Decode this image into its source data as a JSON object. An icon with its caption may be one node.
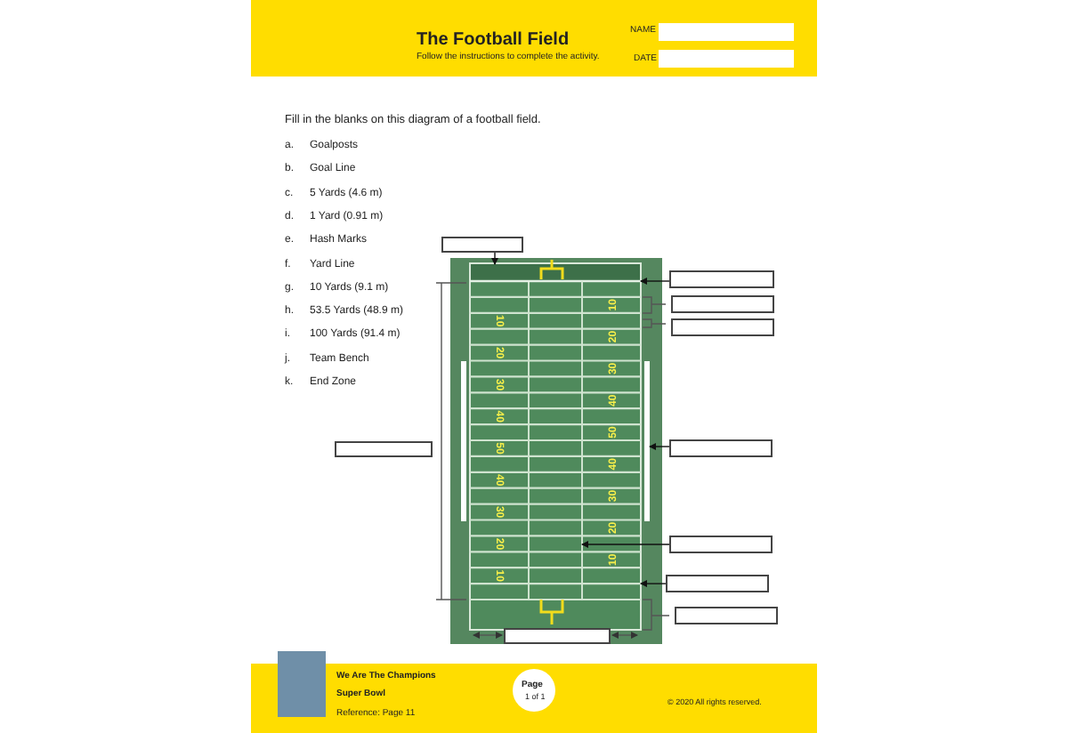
{
  "diagram": {
    "title": "The Football Field",
    "nodes": [
      {
        "text": [],
        "shape": "box"
      },
      {
        "text": [],
        "shape": "box"
      },
      {
        "text": [],
        "shape": "box"
      },
      {
        "text": [],
        "shape": "box"
      },
      {
        "text": [],
        "shape": "box"
      },
      {
        "text": [],
        "shape": "box"
      },
      {
        "text": [],
        "shape": "box"
      },
      {
        "text": [],
        "shape": "box"
      },
      {
        "text": [],
        "shape": "box"
      },
      {
        "text": [],
        "shape": "box"
      },
      {
        "text": [],
        "shape": "box"
      },
      {
        "text": [],
        "shape": "bar"
      },
      {
        "text": [],
        "shape": "box"
      },
      {
        "text": [],
        "shape": "bar"
      },
      {
        "text": [],
        "shape": "bar"
      }
    ],
    "edges": [
      {
        "from": 0,
        "to": 10,
        "arrow": "to"
      },
      {
        "from": 1,
        "to": 11,
        "arrow": "to"
      },
      {
        "from": 5,
        "to": 12,
        "arrow": "to"
      },
      {
        "from": 6,
        "to": 13,
        "arrow": "to"
      },
      {
        "from": 7,
        "to": 14,
        "arrow": "to"
      }
    ],
    "labels": [
      "Follow the instructions to complete the activity.",
      "NAME",
      "DATE",
      "Fill in the blanks on this diagram of a football field.",
      "a.",
      "Goalposts",
      "b.",
      "Goal Line",
      "c.",
      "5 Yards (4.6 m)",
      "d.",
      "1 Yard (0.91 m)",
      "e.",
      "Hash Marks",
      "f.",
      "Yard Line",
      "g.",
      "10 Yards (9.1 m)",
      "h.",
      "53.5 Yards (48.9 m)",
      "i.",
      "100 Yards (91.4 m)",
      "j.",
      "Team Bench",
      "k.",
      "End Zone",
      "10",
      "20",
      "30",
      "40",
      "50",
      "40",
      "30",
      "20",
      "10",
      "10",
      "20",
      "30",
      "40",
      "50",
      "40",
      "30",
      "20",
      "10",
      "We Are The Champions",
      "Super Bowl",
      "Reference: Page 11",
      "Page",
      "1 of 1",
      "© 2020 All rights reserved."
    ]
  }
}
